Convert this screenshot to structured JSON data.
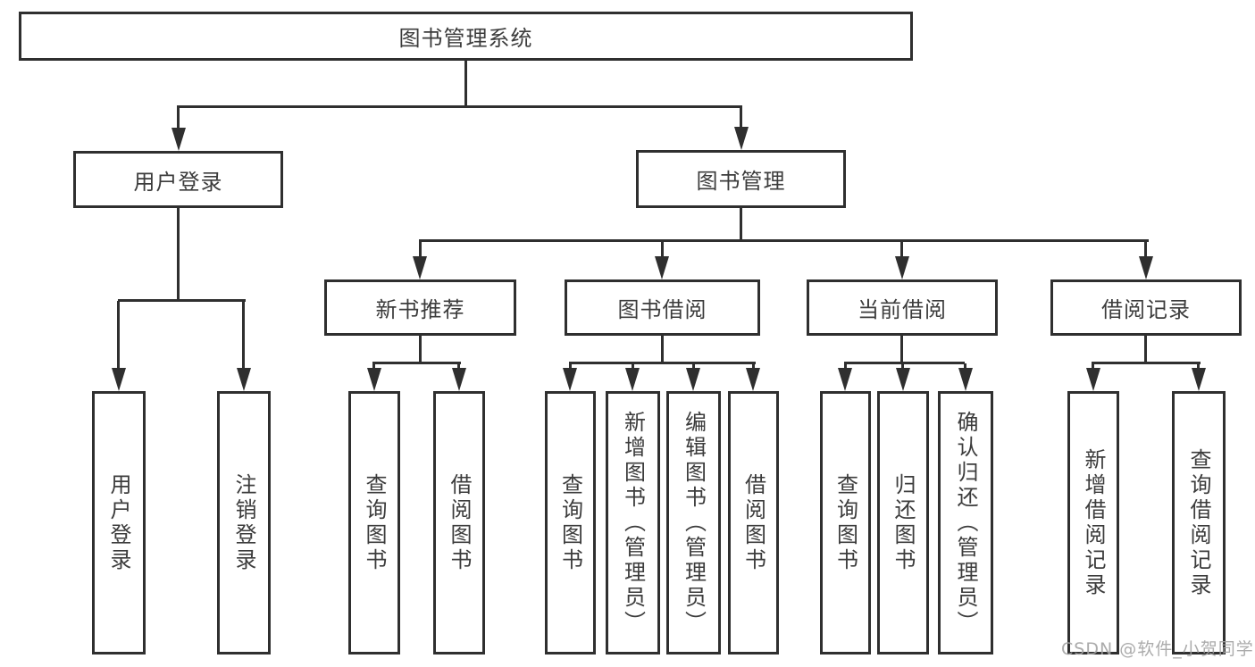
{
  "tree": {
    "root": {
      "label": "图书管理系统"
    },
    "branches": [
      {
        "label": "用户登录",
        "children": [
          {
            "label": "用户登录"
          },
          {
            "label": "注销登录"
          }
        ]
      },
      {
        "label": "图书管理",
        "children": [
          {
            "label": "新书推荐",
            "children": [
              {
                "label": "查询图书"
              },
              {
                "label": "借阅图书"
              }
            ]
          },
          {
            "label": "图书借阅",
            "children": [
              {
                "label": "查询图书"
              },
              {
                "label": "新增图书（管理员）"
              },
              {
                "label": "编辑图书（管理员）"
              },
              {
                "label": "借阅图书"
              }
            ]
          },
          {
            "label": "当前借阅",
            "children": [
              {
                "label": "查询图书"
              },
              {
                "label": "归还图书"
              },
              {
                "label": "确认归还（管理员）"
              }
            ]
          },
          {
            "label": "借阅记录",
            "children": [
              {
                "label": "新增借阅记录"
              },
              {
                "label": "查询借阅记录"
              }
            ]
          }
        ]
      }
    ]
  },
  "watermark": {
    "text": "CSDN @软件_小贺同学"
  },
  "colors": {
    "line": "#2f2f2f",
    "text": "#3c3c3c",
    "background": "#ffffff",
    "watermark": "#a3a3a3"
  }
}
